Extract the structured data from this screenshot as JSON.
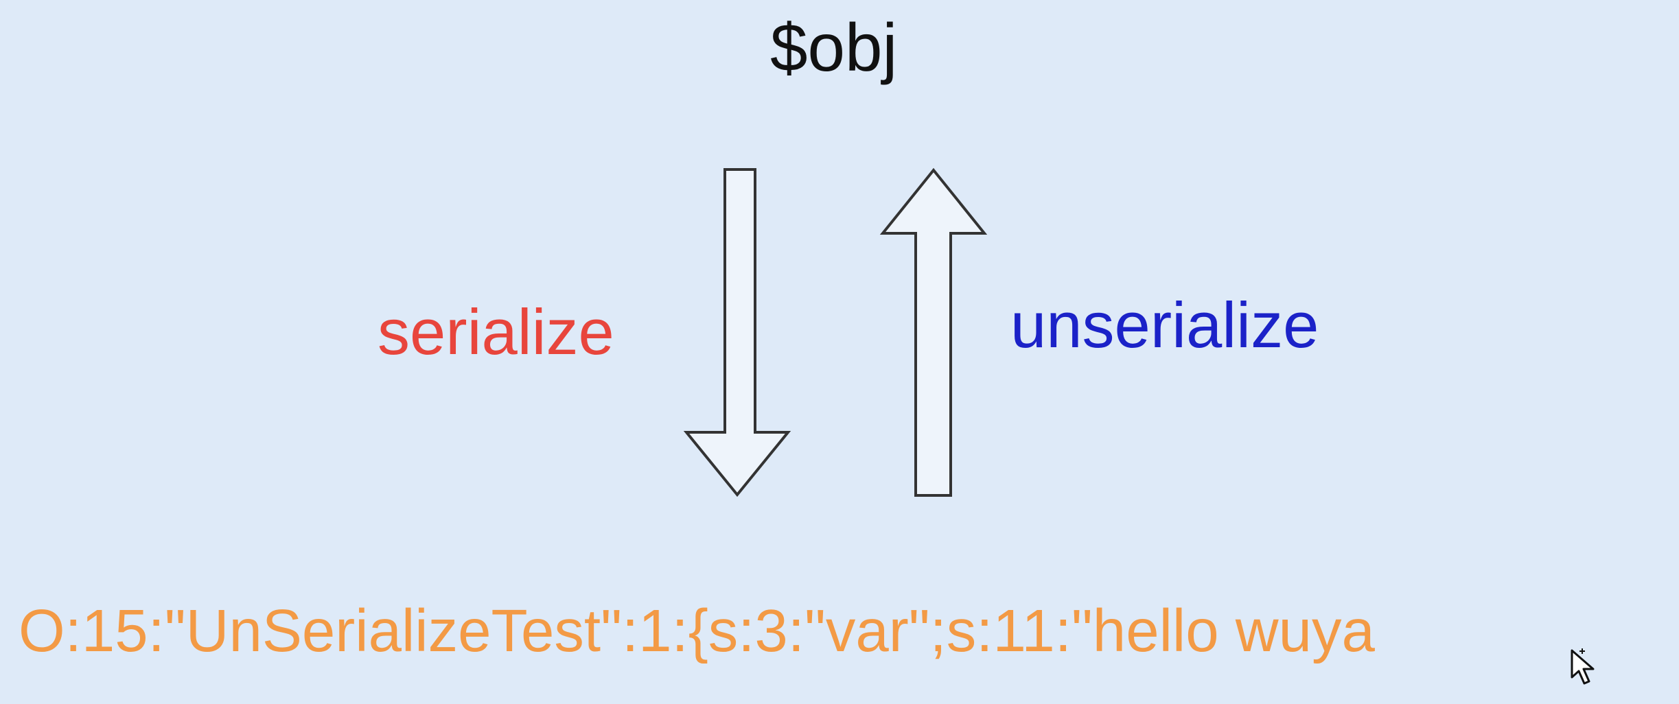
{
  "diagram": {
    "title": "$obj",
    "serialize_label": "serialize",
    "unserialize_label": "unserialize",
    "serialized_string": "O:15:\"UnSerializeTest\":1:{s:3:\"var\";s:11:\"hello wuya"
  },
  "colors": {
    "background": "#deeaf8",
    "title": "#111111",
    "serialize": "#e8453c",
    "unserialize": "#1b22c8",
    "serialized_string": "#f39a45",
    "arrow_stroke": "#333333",
    "arrow_fill": "#eef4fb"
  },
  "icons": {
    "down_arrow": "arrow-down-icon",
    "up_arrow": "arrow-up-icon",
    "cursor": "mouse-cursor-icon"
  }
}
